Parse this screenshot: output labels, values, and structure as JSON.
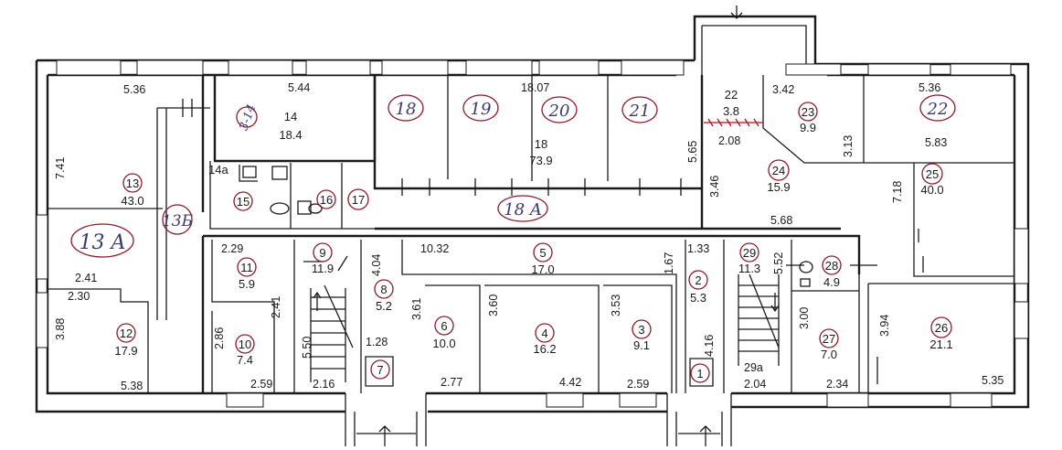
{
  "rooms": [
    {
      "id": "r13",
      "number": "13",
      "area": "43.0"
    },
    {
      "id": "r13a",
      "number": "13 A",
      "area": ""
    },
    {
      "id": "r13b",
      "number": "13Б",
      "area": ""
    },
    {
      "id": "r12",
      "number": "12",
      "area": "17.9"
    },
    {
      "id": "r14",
      "number": "14",
      "area": "18.4"
    },
    {
      "id": "r14c",
      "number": "3-14",
      "area": ""
    },
    {
      "id": "r14a",
      "number": "14а",
      "area": ""
    },
    {
      "id": "r15",
      "number": "15",
      "area": ""
    },
    {
      "id": "r16",
      "number": "16",
      "area": ""
    },
    {
      "id": "r17",
      "number": "17",
      "area": ""
    },
    {
      "id": "r18i",
      "number": "18",
      "area": ""
    },
    {
      "id": "r19",
      "number": "19",
      "area": ""
    },
    {
      "id": "r20",
      "number": "20",
      "area": ""
    },
    {
      "id": "r21",
      "number": "21",
      "area": ""
    },
    {
      "id": "r18",
      "number": "18",
      "area": "73.9"
    },
    {
      "id": "r18a",
      "number": "18 A",
      "area": ""
    },
    {
      "id": "r22t",
      "number": "22",
      "area": "3.8"
    },
    {
      "id": "r22",
      "number": "22",
      "area": ""
    },
    {
      "id": "r23",
      "number": "23",
      "area": "9.9"
    },
    {
      "id": "r24",
      "number": "24",
      "area": "15.9"
    },
    {
      "id": "r25",
      "number": "25",
      "area": "40.0"
    },
    {
      "id": "r11",
      "number": "11",
      "area": "5.9"
    },
    {
      "id": "r10",
      "number": "10",
      "area": "7.4"
    },
    {
      "id": "r9",
      "number": "9",
      "area": "11.9"
    },
    {
      "id": "r8",
      "number": "8",
      "area": "5.2"
    },
    {
      "id": "r7",
      "number": "7",
      "area": ""
    },
    {
      "id": "r5",
      "number": "5",
      "area": "17.0"
    },
    {
      "id": "r6",
      "number": "6",
      "area": "10.0"
    },
    {
      "id": "r4",
      "number": "4",
      "area": "16.2"
    },
    {
      "id": "r3",
      "number": "3",
      "area": "9.1"
    },
    {
      "id": "r2",
      "number": "2",
      "area": "5.3"
    },
    {
      "id": "r1",
      "number": "1",
      "area": ""
    },
    {
      "id": "r29",
      "number": "29",
      "area": "11.3"
    },
    {
      "id": "r28",
      "number": "28",
      "area": "4.9"
    },
    {
      "id": "r27",
      "number": "27",
      "area": "7.0"
    },
    {
      "id": "r26",
      "number": "26",
      "area": "21.1"
    }
  ],
  "dimensions": [
    "5.36",
    "5.44",
    "18.07",
    "3.42",
    "5.36",
    "7.41",
    "5.83",
    "5.65",
    "3.13",
    "2.08",
    "3.46",
    "7.18",
    "5.68",
    "10.32",
    "1.33",
    "2.29",
    "4.04",
    "1.67",
    "5.52",
    "2.41",
    "2.30",
    "3.61",
    "3.60",
    "3.53",
    "2.41",
    "3.00",
    "3.94",
    "3.88",
    "2.86",
    "5.50",
    "1.28",
    "4.16",
    "5.38",
    "2.59",
    "2.16",
    "2.77",
    "4.42",
    "2.59",
    "2.04",
    "2.34",
    "5.35"
  ],
  "labels": {
    "stair_29a": "29a"
  }
}
